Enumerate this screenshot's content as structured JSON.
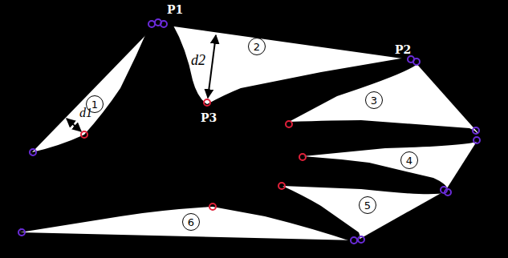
{
  "diagram": {
    "nodes": [
      {
        "text": [
          "1"
        ]
      },
      {
        "text": [
          "2"
        ]
      },
      {
        "text": [
          "3"
        ]
      },
      {
        "text": [
          "4"
        ]
      },
      {
        "text": [
          "5"
        ]
      },
      {
        "text": [
          "6"
        ]
      }
    ],
    "labels": [
      "P1",
      "P2",
      "P3",
      "d1",
      "d2"
    ]
  }
}
